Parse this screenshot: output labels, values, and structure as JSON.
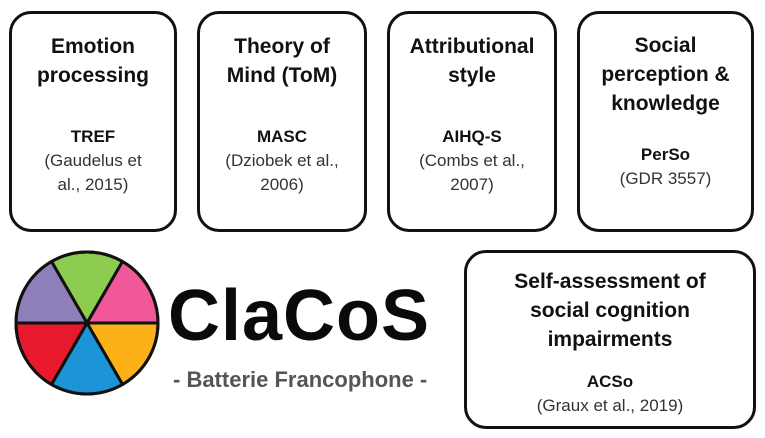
{
  "boxes": [
    {
      "title_lines": [
        "Emotion",
        "processing"
      ],
      "tool": "TREF",
      "ref_lines": [
        "(Gaudelus et",
        "al., 2015)"
      ]
    },
    {
      "title_lines": [
        "Theory of",
        "Mind (ToM)"
      ],
      "tool": "MASC",
      "ref_lines": [
        "(Dziobek et al.,",
        "2006)"
      ]
    },
    {
      "title_lines": [
        "Attributional",
        "style"
      ],
      "tool": "AIHQ-S",
      "ref_lines": [
        "(Combs et al.,",
        "2007)"
      ]
    },
    {
      "title_lines": [
        "Social",
        "perception &",
        "knowledge"
      ],
      "tool": "PerSo",
      "ref_lines": [
        "(GDR 3557)"
      ]
    },
    {
      "title_lines": [
        "Self-assessment of",
        "social cognition",
        "impairments"
      ],
      "tool": "ACSo",
      "ref_lines": [
        "(Graux et al., 2019)"
      ]
    }
  ],
  "logo": {
    "name": "ClaCoS",
    "subtitle": "- Batterie Francophone -",
    "wheel_colors": [
      "#8ccc4f",
      "#f0589a",
      "#fbb117",
      "#1c94d6",
      "#e8192c",
      "#8e7fb8"
    ]
  }
}
